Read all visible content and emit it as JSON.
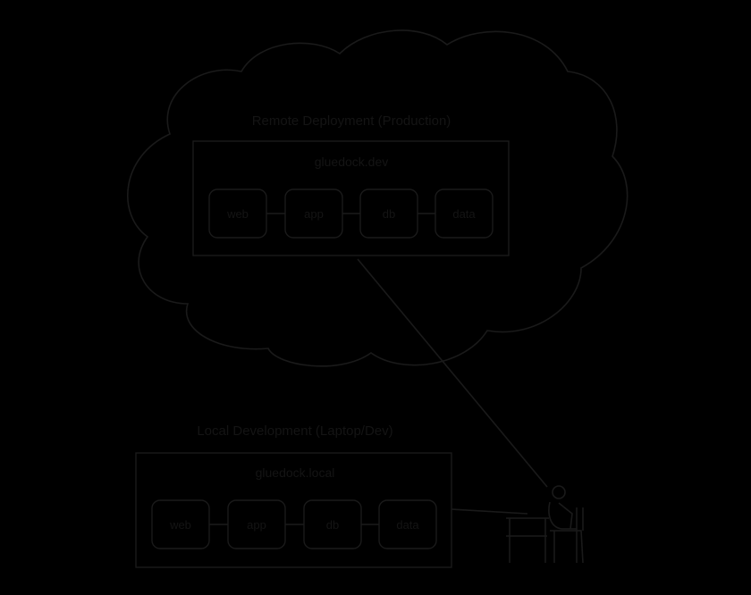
{
  "diagram": {
    "remote": {
      "title": "Remote Deployment (Production)",
      "host": "gluedock.dev",
      "services": [
        "web",
        "app",
        "db",
        "data"
      ]
    },
    "local": {
      "title": "Local Development (Laptop/Dev)",
      "host": "gluedock.local",
      "services": [
        "web",
        "app",
        "db",
        "data"
      ]
    },
    "icons": [
      "cloud-icon",
      "developer-at-desk-icon"
    ]
  }
}
